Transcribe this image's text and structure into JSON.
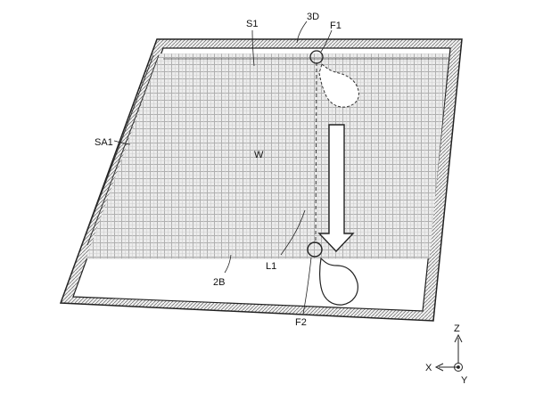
{
  "figure": {
    "labels": {
      "sa1": "SA1",
      "s1": "S1",
      "d3": "3D",
      "f1": "F1",
      "w": "W",
      "l1": "L1",
      "b2": "2B",
      "f2": "F2"
    },
    "axes": {
      "z": "Z",
      "x": "X",
      "y": "Y"
    }
  },
  "colors": {
    "frame": "#222222",
    "frame_fill": "#e6e6e6",
    "grid_line": "#a8a8a8",
    "grid_fill": "#e9e9e9",
    "ink": "#111111"
  }
}
